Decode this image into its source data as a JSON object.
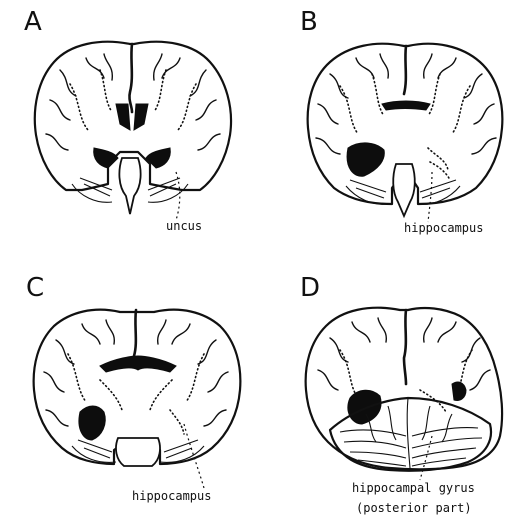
{
  "panels": [
    {
      "letter": "A",
      "label": "uncus"
    },
    {
      "letter": "B",
      "label": "hippocampus"
    },
    {
      "letter": "C",
      "label": "hippocampus"
    },
    {
      "letter": "D",
      "label_line1": "hippocampal gyrus",
      "label_line2": "(posterior part)"
    }
  ]
}
